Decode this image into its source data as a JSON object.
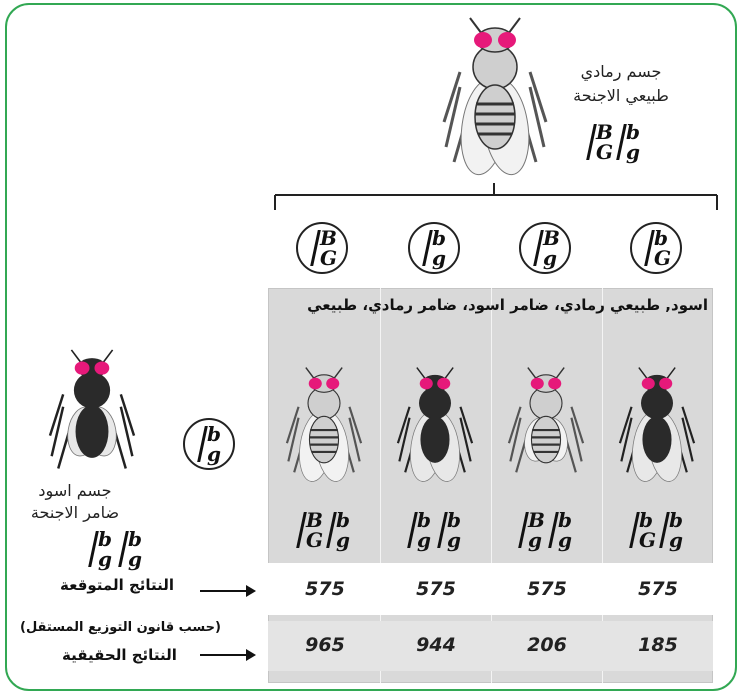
{
  "parent_top": {
    "label_line1": "جسم رمادي",
    "label_line2": "طبيعي الاجنحة",
    "genotype": [
      {
        "up": "B",
        "down": "G"
      },
      {
        "up": "b",
        "down": "g"
      }
    ],
    "body_color": "#cfcfcf"
  },
  "parent_left": {
    "label_line1": "جسم اسود",
    "label_line2": "ضامر الاجنحة",
    "genotype": [
      {
        "up": "b",
        "down": "g"
      },
      {
        "up": "b",
        "down": "g"
      }
    ],
    "gamete": {
      "up": "b",
      "down": "g"
    },
    "body_color": "#2a2a2a"
  },
  "gametes_top": [
    {
      "up": "B",
      "down": "G"
    },
    {
      "up": "b",
      "down": "g"
    },
    {
      "up": "B",
      "down": "g"
    },
    {
      "up": "b",
      "down": "G"
    }
  ],
  "header_text": "اسود, طبيعي رمادي، ضامر اسود، ضامر رمادي، طبيعي",
  "offspring": [
    {
      "genotype": [
        {
          "up": "B",
          "down": "G"
        },
        {
          "up": "b",
          "down": "g"
        }
      ],
      "body_color": "#d0d0d0"
    },
    {
      "genotype": [
        {
          "up": "b",
          "down": "g"
        },
        {
          "up": "b",
          "down": "g"
        }
      ],
      "body_color": "#2a2a2a"
    },
    {
      "genotype": [
        {
          "up": "B",
          "down": "g"
        },
        {
          "up": "b",
          "down": "g"
        }
      ],
      "body_color": "#d0d0d0"
    },
    {
      "genotype": [
        {
          "up": "b",
          "down": "G"
        },
        {
          "up": "b",
          "down": "g"
        }
      ],
      "body_color": "#2a2a2a"
    }
  ],
  "expected": {
    "label": "النتائج المتوقعة",
    "values": [
      "575",
      "575",
      "575",
      "575"
    ]
  },
  "actual": {
    "note": "(حسب قانون التوزيع المستقل)",
    "label": "النتائج الحقيقية",
    "values": [
      "965",
      "944",
      "206",
      "185"
    ]
  },
  "colors": {
    "frame": "#32a853",
    "eye": "#e6197a",
    "grid": "#d9d9d9"
  }
}
